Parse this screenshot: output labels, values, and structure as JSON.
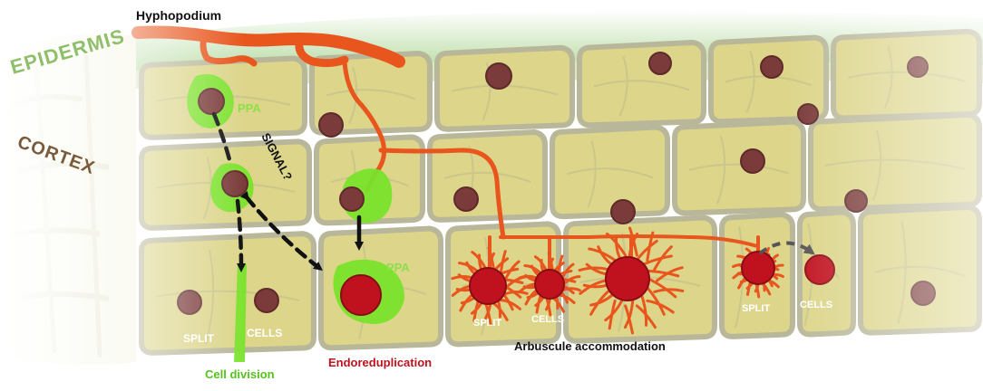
{
  "labels": {
    "hyphopodium": "Hyphopodium",
    "epidermis": "EPIDERMIS",
    "cortex": "CORTEX",
    "ppa_top": "PPA",
    "ppa_bottom": "PPA",
    "signal": "SIGNAL?",
    "split_1": "SPLIT",
    "cells_1": "CELLS",
    "split_2": "SPLIT",
    "cells_2": "CELLS",
    "split_3": "SPLIT",
    "cells_3": "CELLS"
  },
  "captions": {
    "cell_division": "Cell division",
    "endoreduplication": "Endoreduplication",
    "arbuscule_accommodation": "Arbuscule accommodation"
  },
  "colors": {
    "cell_fill": "#dcd58a",
    "cell_wall": "#b9b79a",
    "cell_outline": "#9a9a7c",
    "hypha": "#e8561d",
    "nucleus": "#7a3b3a",
    "enlarged_nucleus": "#c0121e",
    "ppa": "#79e32b",
    "epidermis_text": "#8fbf6a",
    "cortex_text": "#7a5a3a",
    "cell_division_text": "#56c21c",
    "endoreduplication_text": "#c0121e",
    "arbuscule_text": "#111111"
  }
}
